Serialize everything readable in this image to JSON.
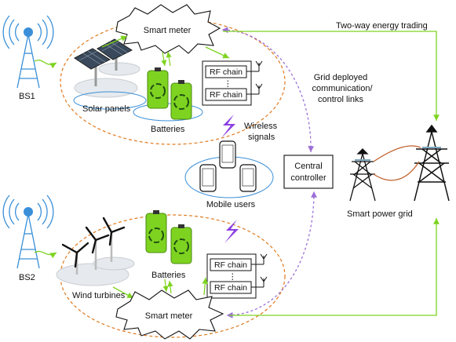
{
  "labels": {
    "bs1": "BS1",
    "bs2": "BS2",
    "smart_meter_top": "Smart meter",
    "smart_meter_bottom": "Smart meter",
    "solar_panels": "Solar panels",
    "batteries_top": "Batteries",
    "batteries_bottom": "Batteries",
    "wind_turbines": "Wind turbines",
    "rf_chain": "RF chain",
    "rf_dots": "⋮",
    "wireless_signals_1": "Wireless",
    "wireless_signals_2": "signals",
    "mobile_users": "Mobile users",
    "central_controller_1": "Central",
    "central_controller_2": "controller",
    "grid_links_1": "Grid deployed",
    "grid_links_2": "communication/",
    "grid_links_3": "control links",
    "two_way_trading": "Two-way energy trading",
    "smart_power_grid": "Smart power grid"
  },
  "colors": {
    "energy_link": "#7ed321",
    "control_link": "#9b6fd6",
    "cluster_outline": "#e07a1f",
    "antenna": "#3a8fd8",
    "battery": "#7ed321",
    "wireless": "#8a3fe0",
    "power_line": "#c0602a"
  }
}
